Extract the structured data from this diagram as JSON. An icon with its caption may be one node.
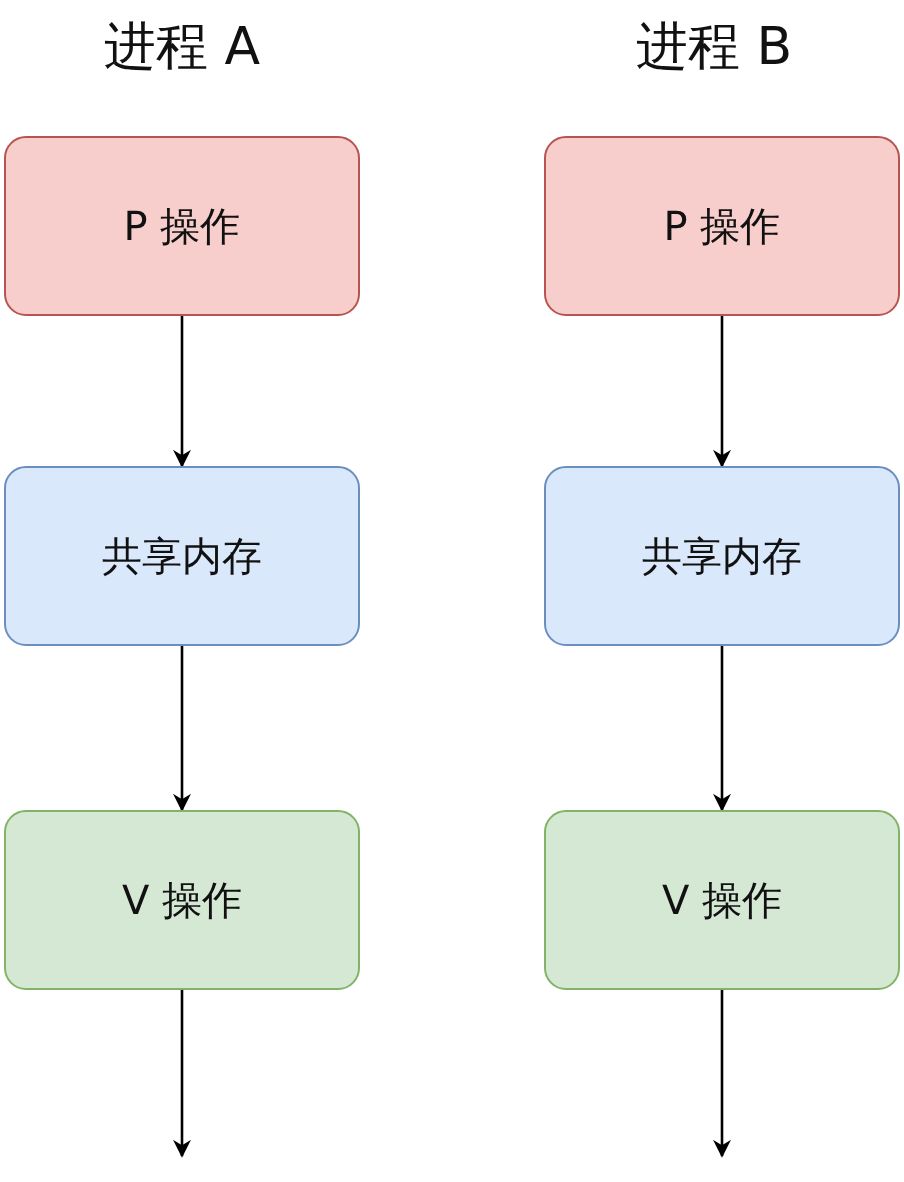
{
  "diagram": {
    "nodes": [
      {
        "text": [
          "P 操作"
        ]
      },
      {
        "text": [
          "共享内存"
        ]
      },
      {
        "text": [
          "V 操作"
        ]
      },
      {
        "text": [
          "P 操作"
        ]
      },
      {
        "text": [
          "共享内存"
        ]
      },
      {
        "text": [
          "V 操作"
        ]
      }
    ],
    "edges": [
      {
        "from": 0,
        "to": 1,
        "arrow": "to"
      },
      {
        "from": 1,
        "to": 2,
        "arrow": "to"
      },
      {
        "from": 2,
        "to": null,
        "arrow": "to"
      },
      {
        "from": 3,
        "to": 4,
        "arrow": "to"
      },
      {
        "from": 4,
        "to": 5,
        "arrow": "to"
      },
      {
        "from": 5,
        "to": null,
        "arrow": "to"
      }
    ],
    "labels": [
      "进程 A",
      "进程 B"
    ]
  }
}
